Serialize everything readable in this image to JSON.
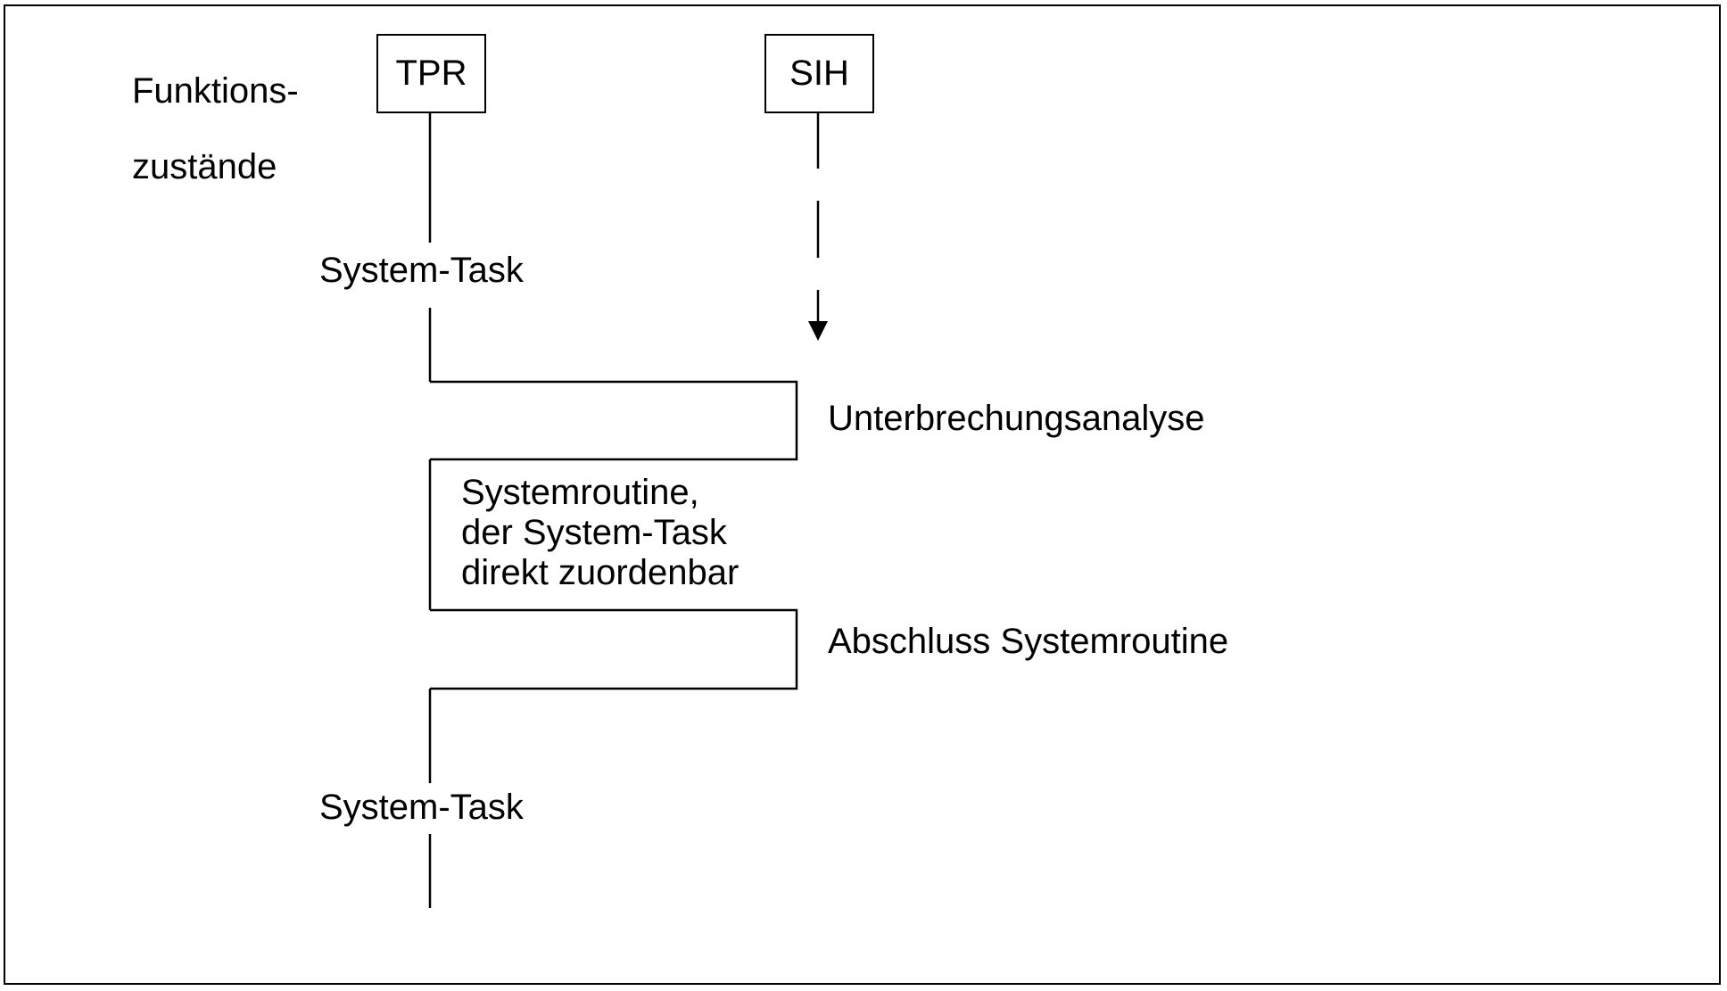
{
  "diagram": {
    "heading": {
      "line1": "Funktions-",
      "line2": "zustände"
    },
    "states": {
      "tpr": "TPR",
      "sih": "SIH"
    },
    "labels": {
      "system_task_top": "System-Task",
      "interrupt_analysis": "Unterbrechungsanalyse",
      "system_routine": "Systemroutine,\nder System-Task\ndirekt zuordenbar",
      "routine_completion": "Abschluss Systemroutine",
      "system_task_bottom": "System-Task"
    },
    "colors": {
      "line": "#000000",
      "background": "#ffffff"
    },
    "icons": {
      "sih_arrow": "arrow-down-icon"
    }
  }
}
